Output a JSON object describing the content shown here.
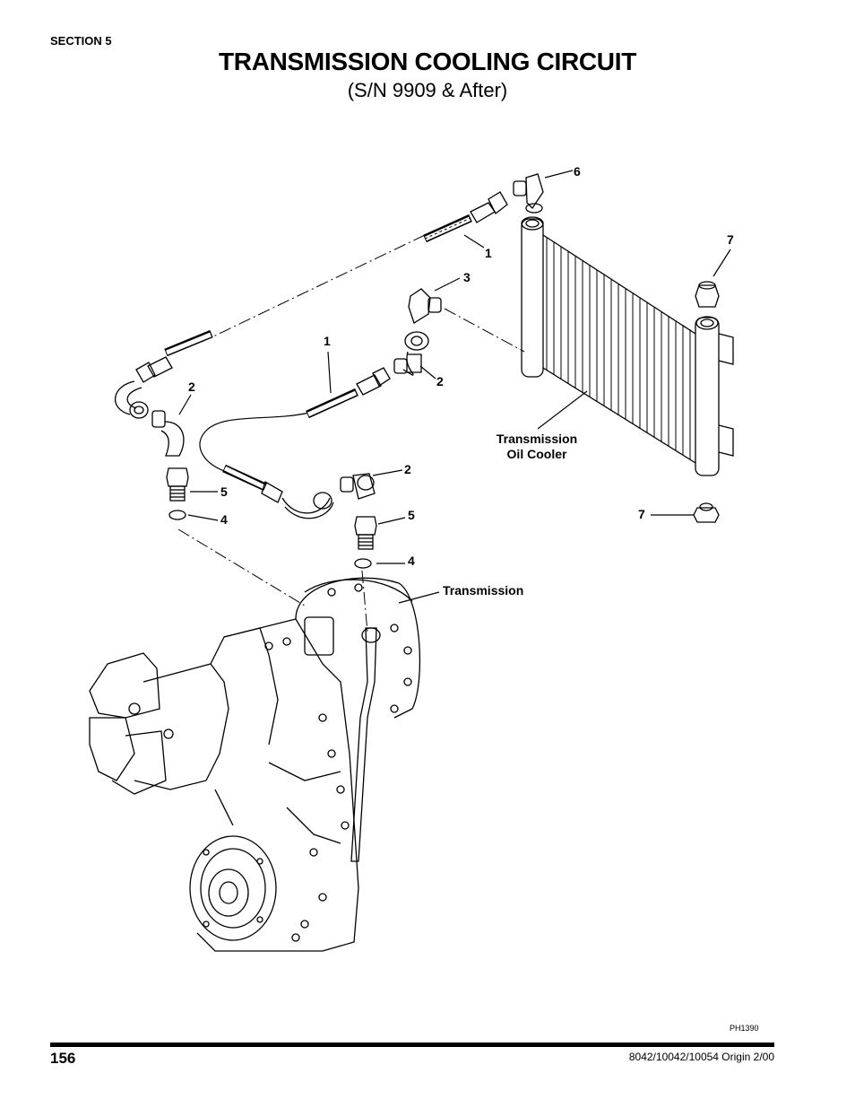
{
  "header": {
    "section": "SECTION 5",
    "title": "TRANSMISSION COOLING CIRCUIT",
    "subtitle": "(S/N 9909 & After)"
  },
  "callouts": {
    "n1a": "1",
    "n1b": "1",
    "n2a": "2",
    "n2b": "2",
    "n2c": "2",
    "n3": "3",
    "n4a": "4",
    "n4b": "4",
    "n5a": "5",
    "n5b": "5",
    "n6": "6",
    "n7a": "7",
    "n7b": "7"
  },
  "labels": {
    "cooler_line1": "Transmission",
    "cooler_line2": "Oil Cooler",
    "transmission": "Transmission"
  },
  "figure_id": "PH1390",
  "footer": {
    "page_number": "156",
    "origin": "8042/10042/10054 Origin 2/00"
  }
}
